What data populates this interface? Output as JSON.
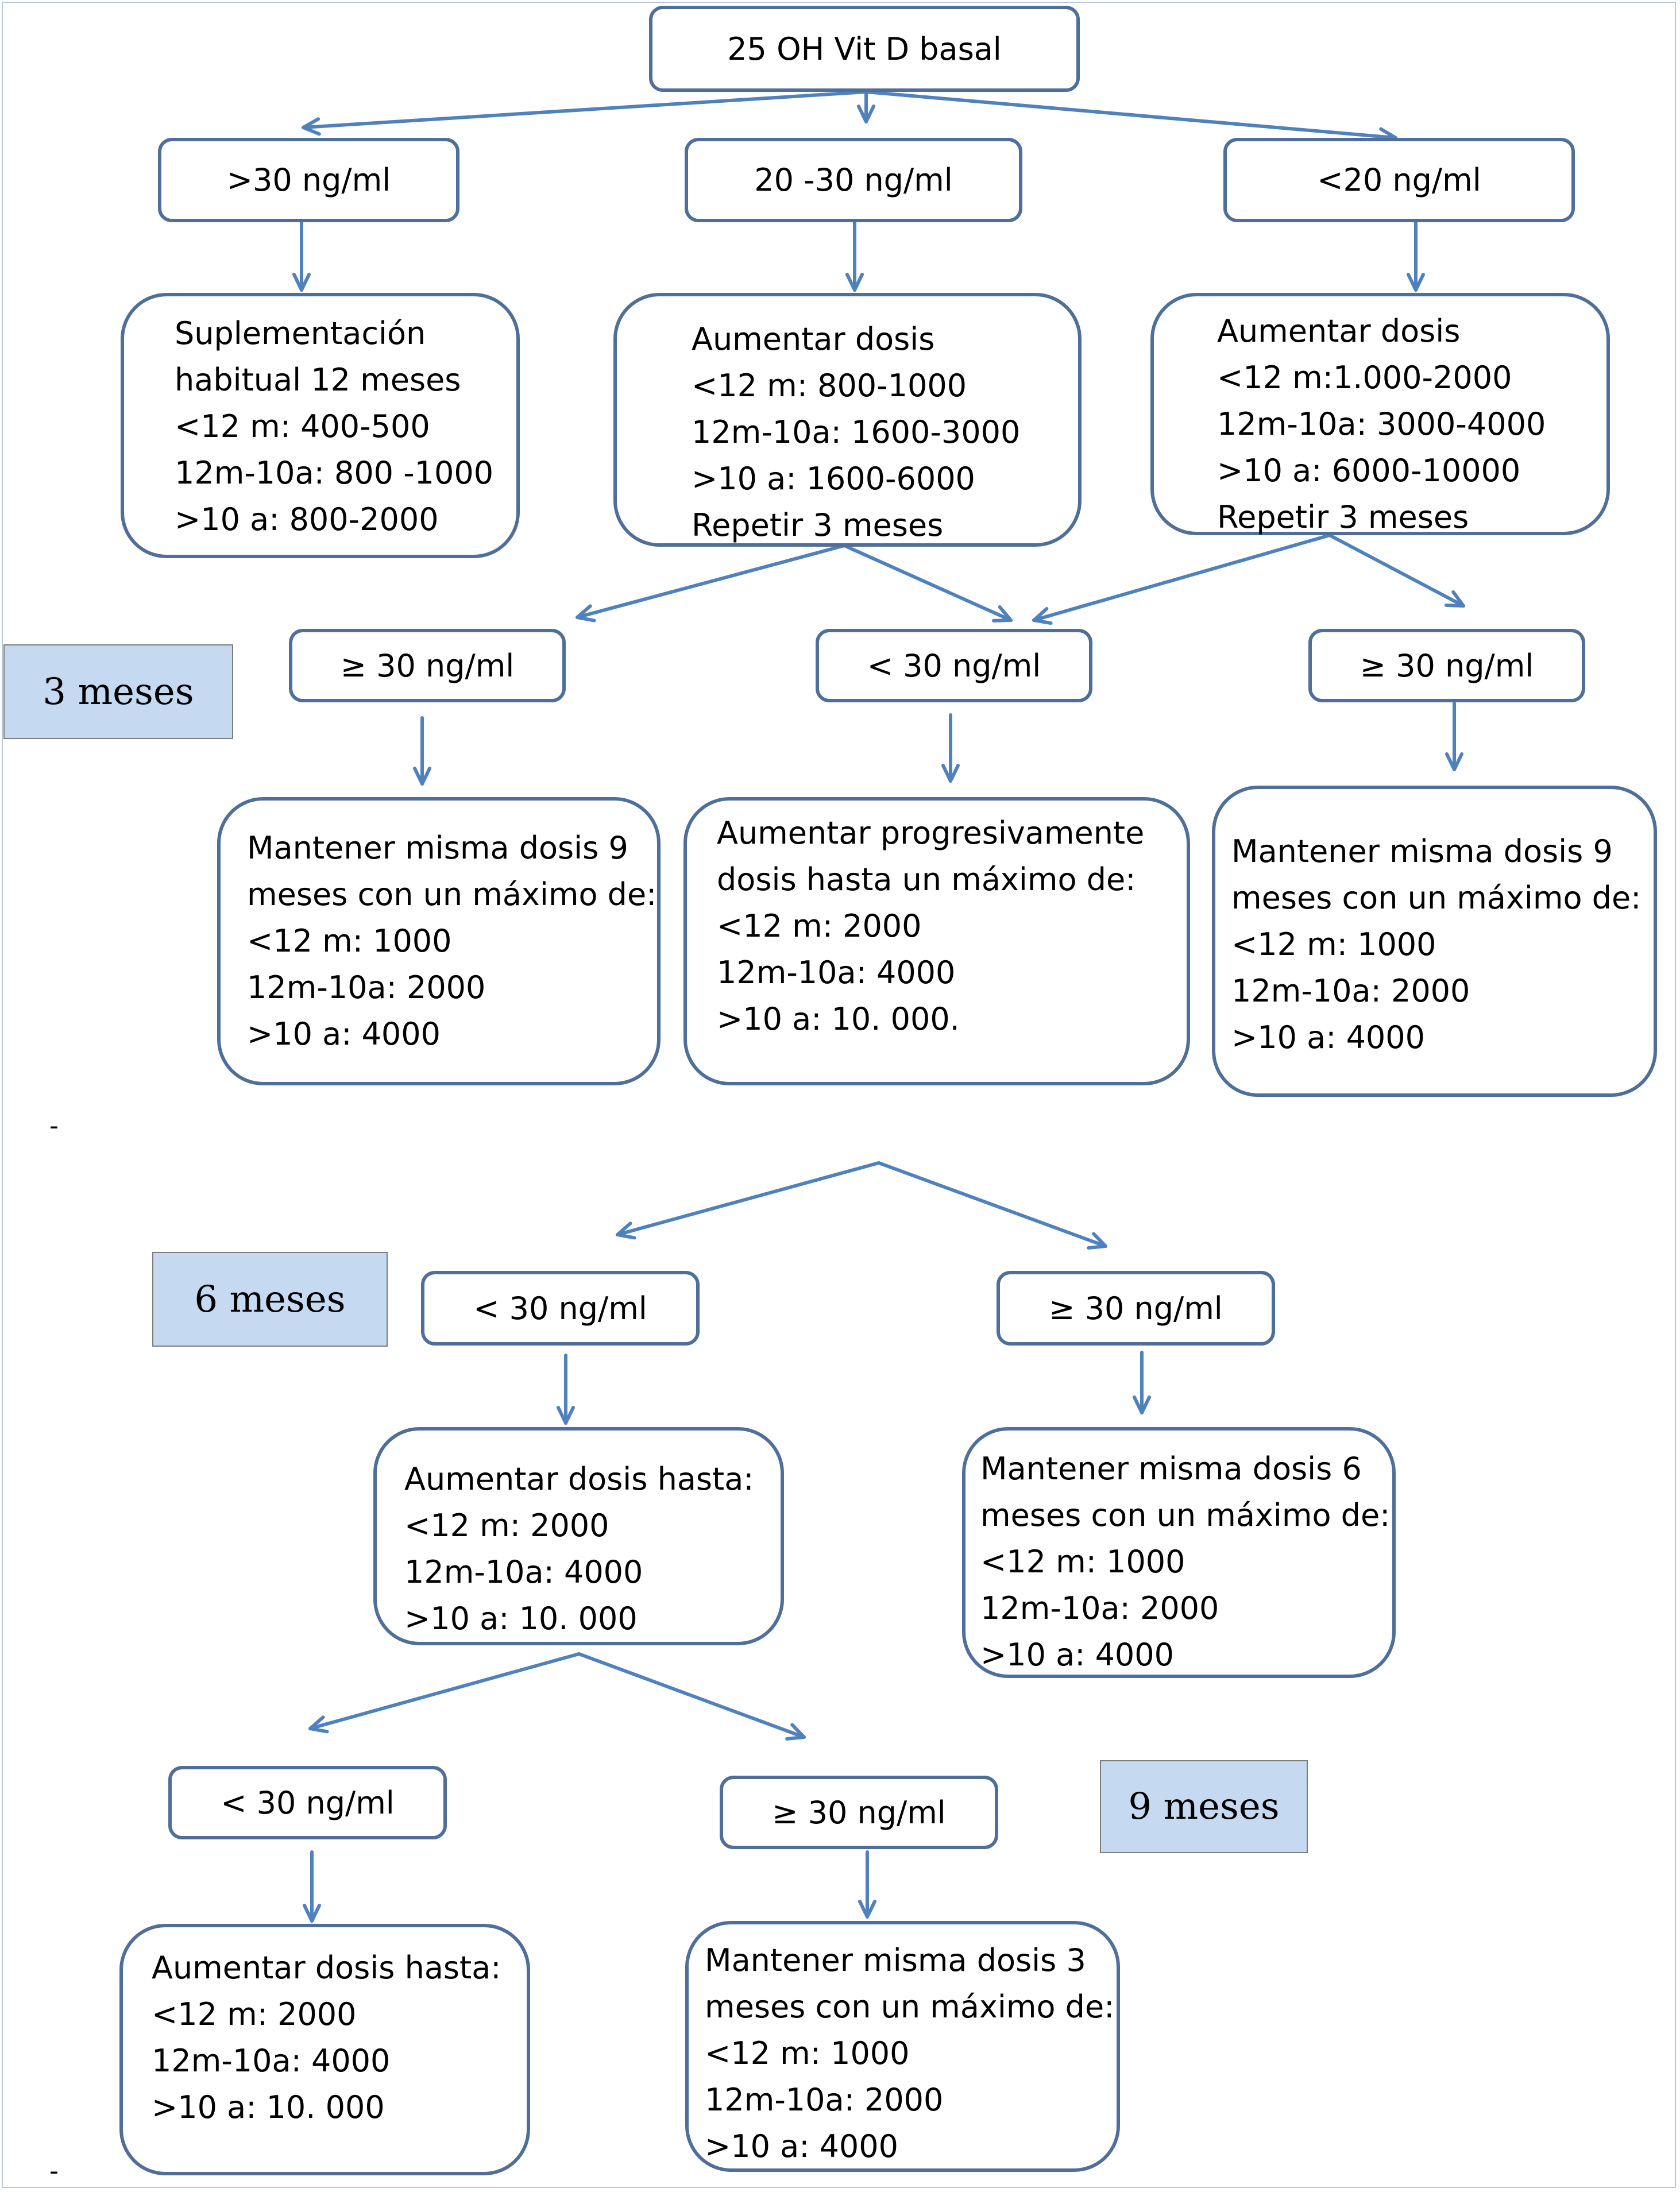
{
  "root": {
    "label": "25 OH Vit D basal"
  },
  "level1": {
    "high": ">30 ng/ml",
    "mid": "20 -30 ng/ml",
    "low": "<20 ng/ml"
  },
  "level1_actions": {
    "high": [
      "Suplementación",
      "habitual 12 meses",
      "<12 m: 400-500",
      "12m-10a: 800 -1000",
      ">10 a: 800-2000"
    ],
    "mid": [
      "Aumentar dosis",
      "<12 m: 800-1000",
      "12m-10a: 1600-3000",
      ">10 a: 1600-6000",
      "Repetir 3 meses"
    ],
    "low": [
      "Aumentar dosis",
      "<12 m:1.000-2000",
      "12m-10a: 3000-4000",
      ">10 a: 6000-10000",
      "Repetir 3 meses"
    ]
  },
  "timepoints": {
    "t3": "3 meses",
    "t6": "6 meses",
    "t9": "9 meses"
  },
  "month3": {
    "left": "≥ 30 ng/ml",
    "center": "< 30 ng/ml",
    "right": "≥ 30 ng/ml",
    "left_action": [
      "Mantener misma dosis 9",
      "meses con un máximo de:",
      "<12 m: 1000",
      "12m-10a: 2000",
      ">10 a: 4000"
    ],
    "center_action": [
      "Aumentar  progresivamente",
      "dosis hasta un máximo de:",
      "<12 m: 2000",
      "12m-10a: 4000",
      ">10 a: 10. 000."
    ],
    "right_action": [
      "Mantener misma dosis 9",
      "meses con un máximo de:",
      "<12 m: 1000",
      "12m-10a: 2000",
      ">10 a: 4000"
    ]
  },
  "month6": {
    "left": "< 30 ng/ml",
    "right": "≥ 30 ng/ml",
    "left_action": [
      "Aumentar dosis  hasta:",
      "<12 m: 2000",
      "12m-10a: 4000",
      ">10 a: 10. 000"
    ],
    "right_action": [
      "Mantener misma dosis 6",
      "meses con un máximo de:",
      "<12 m: 1000",
      "12m-10a: 2000",
      ">10 a: 4000"
    ]
  },
  "month9": {
    "left": "< 30 ng/ml",
    "right": "≥ 30 ng/ml",
    "left_action": [
      "Aumentar dosis  hasta:",
      "<12 m: 2000",
      "12m-10a: 4000",
      ">10 a: 10. 000"
    ],
    "right_action": [
      "Mantener misma dosis 3",
      "meses con un máximo de:",
      "<12 m: 1000",
      "12m-10a: 2000",
      ">10 a: 4000"
    ]
  },
  "marks": {
    "dash": "-"
  },
  "colors": {
    "box_border": "#4f6f9a",
    "arrow": "#4f81bd",
    "label_fill": "#c5d9f1"
  }
}
